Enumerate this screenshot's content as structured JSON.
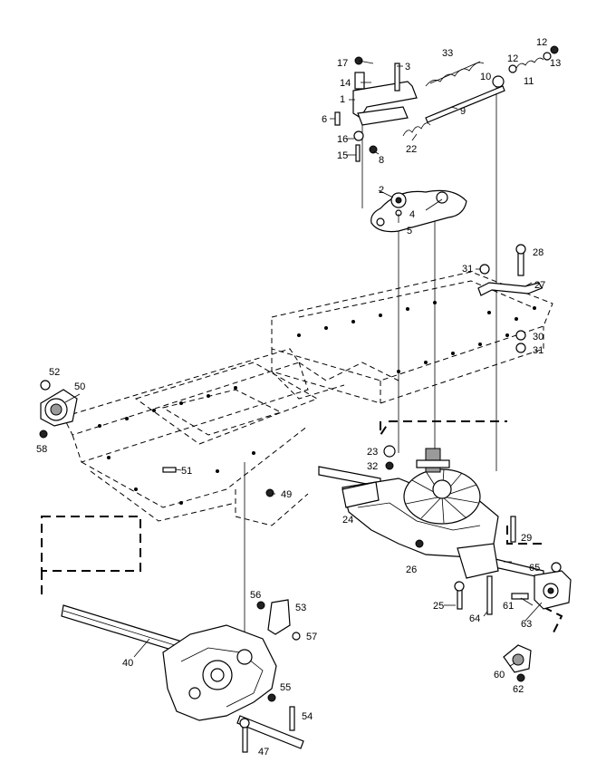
{
  "diagram": {
    "labels": {
      "p1": "1",
      "p2": "2",
      "p3": "3",
      "p4": "4",
      "p5": "5",
      "p6": "6",
      "p8": "8",
      "p9": "9",
      "p10": "10",
      "p11": "11",
      "p12a": "12",
      "p12b": "12",
      "p13": "13",
      "p14": "14",
      "p15": "15",
      "p16": "16",
      "p17": "17",
      "p22": "22",
      "p23": "23",
      "p24": "24",
      "p25": "25",
      "p26": "26",
      "p27": "27",
      "p28": "28",
      "p29": "29",
      "p30": "30",
      "p31a": "31",
      "p31b": "31",
      "p32": "32",
      "p33": "33",
      "p40": "40",
      "p47": "47",
      "p49": "49",
      "p50": "50",
      "p51": "51",
      "p52": "52",
      "p53": "53",
      "p54": "54",
      "p55": "55",
      "p56": "56",
      "p57": "57",
      "p58": "58",
      "p60": "60",
      "p61": "61",
      "p62": "62",
      "p63": "63",
      "p64": "64",
      "p65": "65"
    }
  }
}
